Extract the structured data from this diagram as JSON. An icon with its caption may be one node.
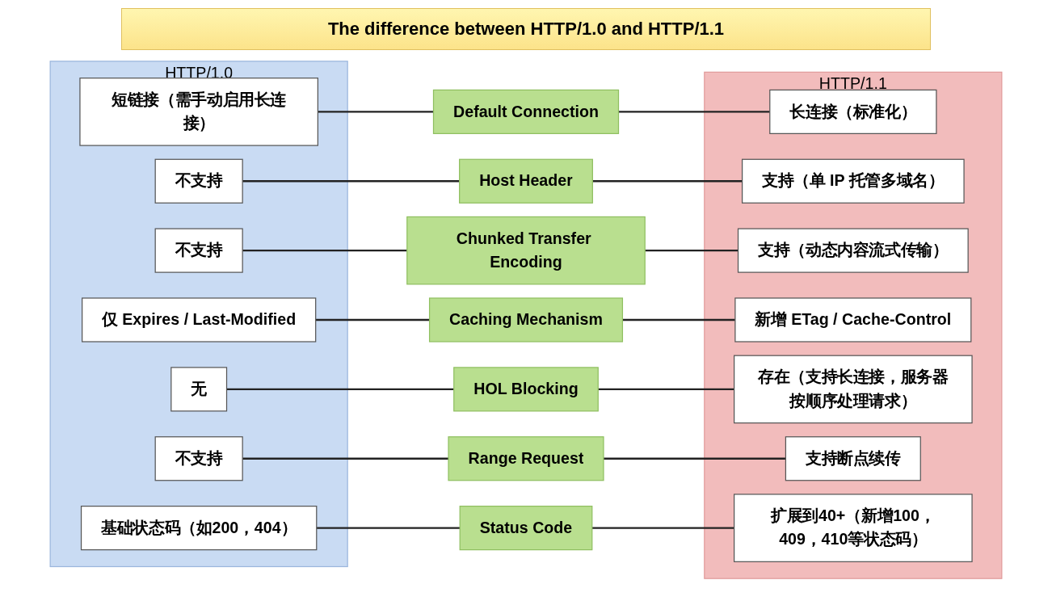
{
  "diagram": {
    "title": "The difference between HTTP/1.0 and HTTP/1.1",
    "nodes": [
      {
        "text": [
          "HTTP/1.0"
        ]
      },
      {
        "text": [
          "短链接（需手动启用长连接）"
        ],
        "in": 0
      },
      {
        "text": [
          "不支持"
        ],
        "in": 0
      },
      {
        "text": [
          "不支持"
        ],
        "in": 0
      },
      {
        "text": [
          "仅 Expires / Last-Modified"
        ],
        "in": 0
      },
      {
        "text": [
          "无"
        ],
        "in": 0
      },
      {
        "text": [
          "不支持"
        ],
        "in": 0
      },
      {
        "text": [
          "基础状态码（如200，404）"
        ],
        "in": 0
      },
      {
        "text": [
          "Default Connection"
        ]
      },
      {
        "text": [
          "Host Header"
        ]
      },
      {
        "text": [
          "Chunked Transfer Encoding"
        ]
      },
      {
        "text": [
          "Caching Mechanism"
        ]
      },
      {
        "text": [
          "HOL Blocking"
        ]
      },
      {
        "text": [
          "Range Request"
        ]
      },
      {
        "text": [
          "Status Code"
        ]
      },
      {
        "text": [
          "HTTP/1.1"
        ]
      },
      {
        "text": [
          "长连接（标准化）"
        ],
        "in": 15
      },
      {
        "text": [
          "支持（单 IP 托管多域名）"
        ],
        "in": 15
      },
      {
        "text": [
          "支持（动态内容流式传输）"
        ],
        "in": 15
      },
      {
        "text": [
          "新增 ETag / Cache-Control"
        ],
        "in": 15
      },
      {
        "text": [
          "存在（支持长连接，服务器按顺序处理请求）"
        ],
        "in": 15
      },
      {
        "text": [
          "支持断点续传"
        ],
        "in": 15
      },
      {
        "text": [
          "扩展到40+（新增100，409，410等状态码）"
        ],
        "in": 15
      }
    ],
    "edges": [
      {
        "from": 1,
        "to": 8,
        "arrow": "none"
      },
      {
        "from": 8,
        "to": 16,
        "arrow": "none"
      },
      {
        "from": 2,
        "to": 9,
        "arrow": "none"
      },
      {
        "from": 9,
        "to": 17,
        "arrow": "none"
      },
      {
        "from": 3,
        "to": 10,
        "arrow": "none"
      },
      {
        "from": 10,
        "to": 18,
        "arrow": "none"
      },
      {
        "from": 4,
        "to": 11,
        "arrow": "none"
      },
      {
        "from": 11,
        "to": 19,
        "arrow": "none"
      },
      {
        "from": 5,
        "to": 12,
        "arrow": "none"
      },
      {
        "from": 12,
        "to": 20,
        "arrow": "none"
      },
      {
        "from": 6,
        "to": 13,
        "arrow": "none"
      },
      {
        "from": 13,
        "to": 21,
        "arrow": "none"
      },
      {
        "from": 7,
        "to": 14,
        "arrow": "none"
      },
      {
        "from": 14,
        "to": 22,
        "arrow": "none"
      }
    ]
  }
}
